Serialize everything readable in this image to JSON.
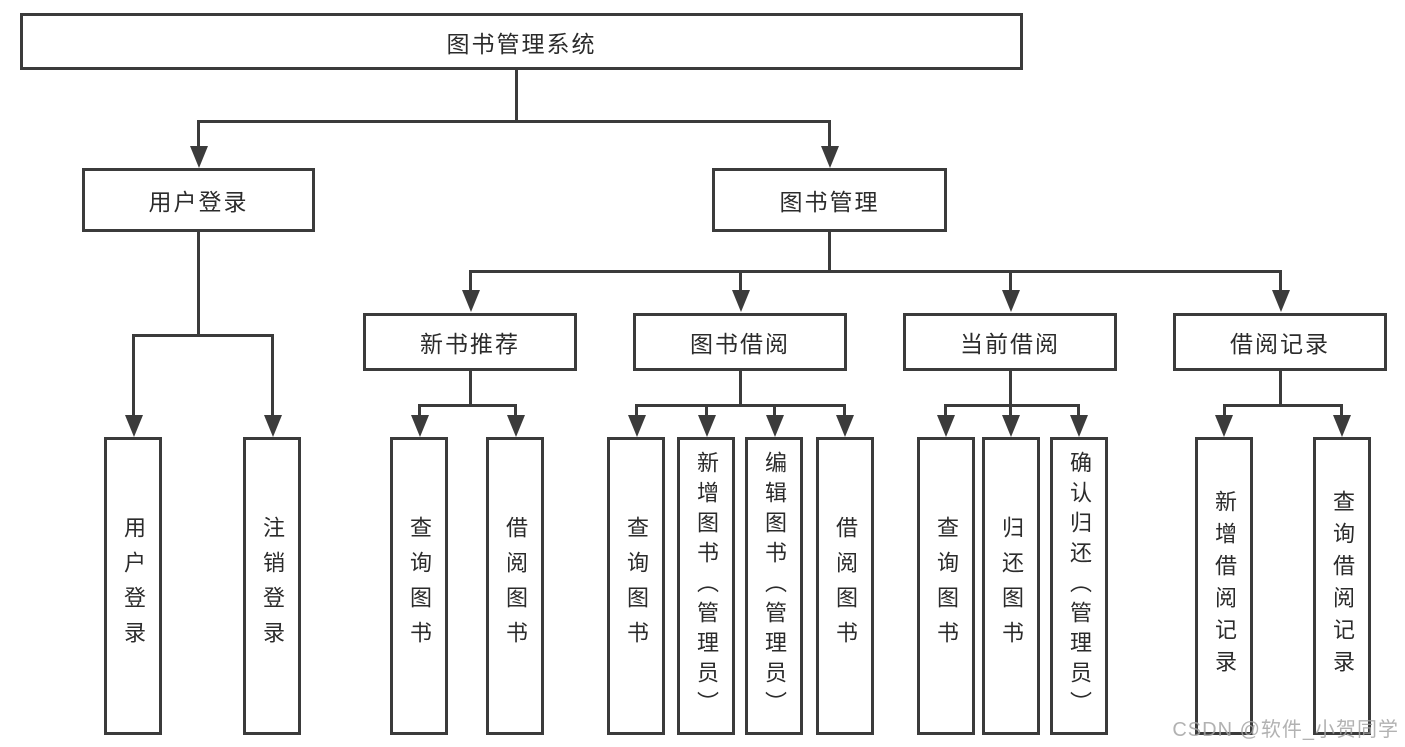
{
  "title": "图书管理系统",
  "branches": {
    "user_login": {
      "label": "用户登录",
      "children": [
        "用户登录",
        "注销登录"
      ]
    },
    "book_mgmt": {
      "label": "图书管理",
      "sections": [
        {
          "label": "新书推荐",
          "children": [
            "查询图书",
            "借阅图书"
          ]
        },
        {
          "label": "图书借阅",
          "children": [
            "查询图书",
            "新增图书（管理员）",
            "编辑图书（管理员）",
            "借阅图书"
          ]
        },
        {
          "label": "当前借阅",
          "children": [
            "查询图书",
            "归还图书",
            "确认归还（管理员）"
          ]
        },
        {
          "label": "借阅记录",
          "children": [
            "新增借阅记录",
            "查询借阅记录"
          ]
        }
      ]
    }
  },
  "watermark": "CSDN @软件_小贺同学",
  "colors": {
    "line": "#3b3b3b",
    "text": "#2b2b2b",
    "watermark": "#a5a5a5",
    "background": "#ffffff"
  }
}
